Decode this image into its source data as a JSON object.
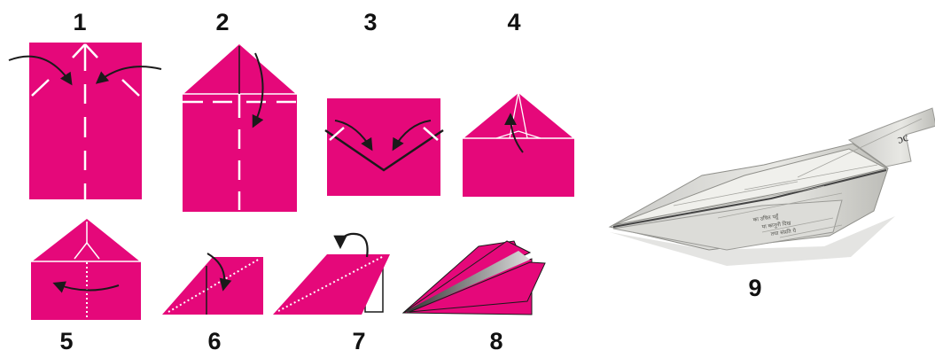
{
  "steps": [
    {
      "number": "1"
    },
    {
      "number": "2"
    },
    {
      "number": "3"
    },
    {
      "number": "4"
    },
    {
      "number": "5"
    },
    {
      "number": "6"
    },
    {
      "number": "7"
    },
    {
      "number": "8"
    },
    {
      "number": "9"
    }
  ],
  "photo_text": {
    "tail_mark": "ɔc",
    "wing_line_1": "का उचित पहुँ",
    "wing_line_2": "या कानूनी दिख",
    "wing_line_3": "तथा संप्रति ये"
  },
  "colors": {
    "paper": "#e5087a",
    "crease": "#ffffff",
    "arrow": "#1a1a1a",
    "label": "#111111"
  }
}
